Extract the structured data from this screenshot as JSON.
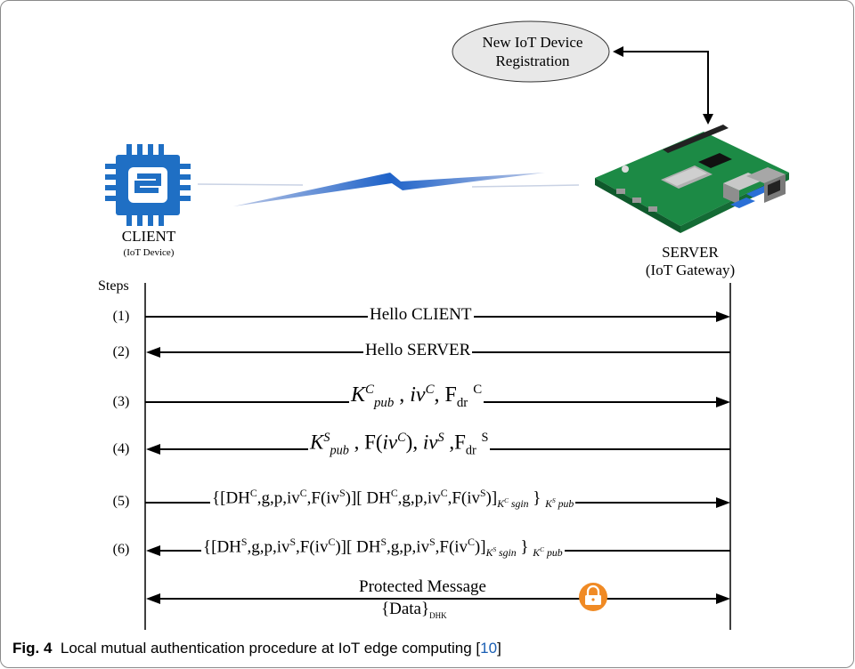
{
  "ellipse": {
    "line1": "New IoT Device",
    "line2": "Registration"
  },
  "client": {
    "title": "CLIENT",
    "subtitle": "(IoT Device)",
    "icon": "chip-icon"
  },
  "server": {
    "title": "SERVER",
    "subtitle": "(IoT Gateway)",
    "icon": "raspberry-pi-board-icon"
  },
  "steps_label": "Steps",
  "steps": [
    "(1)",
    "(2)",
    "(3)",
    "(4)",
    "(5)",
    "(6)"
  ],
  "messages": {
    "m1": "Hello CLIENT",
    "m2": "Hello SERVER",
    "m7_line1": "Protected Message",
    "m7_data": "{Data}",
    "m7_sub": "DHK"
  },
  "caption": {
    "fig": "Fig. 4",
    "text": "Local mutual authentication procedure at IoT edge computing [",
    "ref": "10",
    "close": "]"
  },
  "colors": {
    "chip_blue": "#1f6fc4",
    "lock_orange": "#f08a24",
    "ref_blue": "#1a5fb4",
    "bolt_blue": "#1f63c9"
  }
}
